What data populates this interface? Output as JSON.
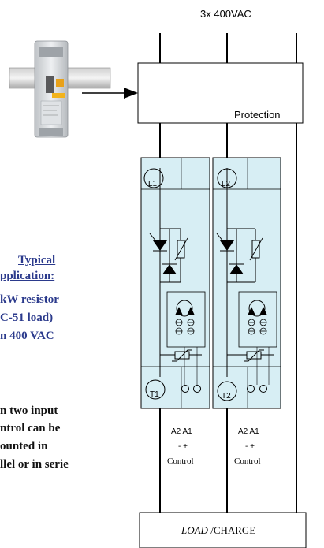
{
  "supply_label": "3x   400VAC",
  "protection_label": "Protection",
  "load_label_italic": "LOAD",
  "load_label_rest": " /CHARGE",
  "modules": [
    {
      "top_terminal": "L1",
      "bottom_terminal": "T1",
      "pins": "A2 A1",
      "signs": "-   +",
      "control_label": "Control"
    },
    {
      "top_terminal": "L2",
      "bottom_terminal": "T2",
      "pins": "A2 A1",
      "signs": "-   +",
      "control_label": "Control"
    }
  ],
  "application_text": {
    "heading_line1": "Typical",
    "heading_line2": "pplication:",
    "line3": "kW resistor",
    "line4": "C-51 load)",
    "line5": "n 400 VAC",
    "note_line1": "n two input",
    "note_line2": "ntrol can be",
    "note_line3": "ounted in",
    "note_line4": "llel or in serie"
  },
  "colors": {
    "module_fill": "#d7eef4",
    "heading_blue": "#2b3a8c",
    "line": "#000000"
  },
  "icons": [
    "circuit-breaker-image",
    "arrow-right-icon",
    "triac-symbol",
    "varistor-symbol",
    "led-symbol"
  ]
}
